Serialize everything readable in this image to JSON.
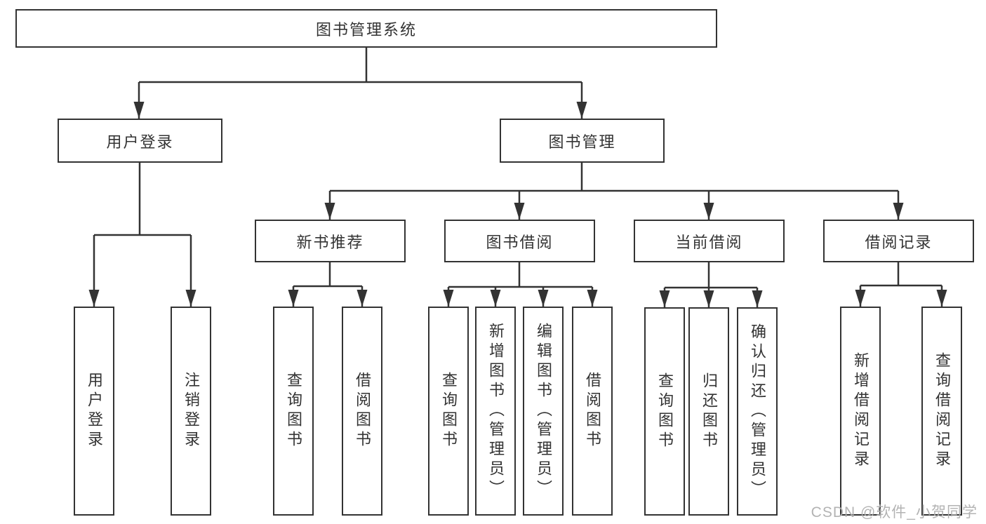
{
  "diagram": {
    "root": {
      "label": "图书管理系统"
    },
    "level2": [
      {
        "label": "用户登录"
      },
      {
        "label": "图书管理"
      }
    ],
    "level3": [
      {
        "label": "新书推荐"
      },
      {
        "label": "图书借阅"
      },
      {
        "label": "当前借阅"
      },
      {
        "label": "借阅记录"
      }
    ],
    "leaves": [
      {
        "label": "用户登录"
      },
      {
        "label": "注销登录"
      },
      {
        "label": "查询图书"
      },
      {
        "label": "借阅图书"
      },
      {
        "label": "查询图书"
      },
      {
        "label": "新增图书（管理员）"
      },
      {
        "label": "编辑图书（管理员）"
      },
      {
        "label": "借阅图书"
      },
      {
        "label": "查询图书"
      },
      {
        "label": "归还图书"
      },
      {
        "label": "确认归还（管理员）"
      },
      {
        "label": "新增借阅记录"
      },
      {
        "label": "查询借阅记录"
      }
    ]
  },
  "watermark": {
    "text": "CSDN @软件_小贺同学"
  },
  "colors": {
    "line": "#333333",
    "text": "#333333",
    "watermark": "#afafaf",
    "background": "#ffffff"
  }
}
